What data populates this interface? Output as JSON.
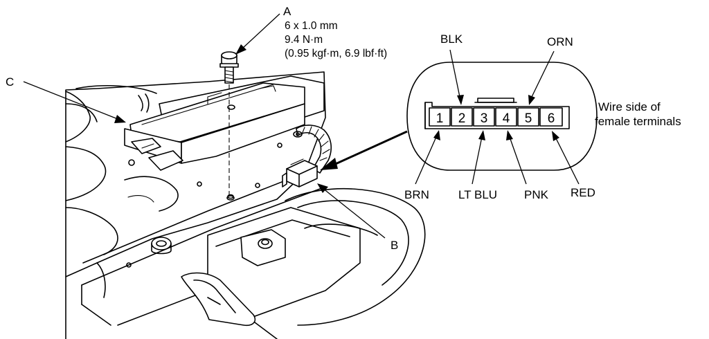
{
  "callouts": {
    "a": "A",
    "b": "B",
    "c": "C"
  },
  "bolt_spec": {
    "size": "6 x 1.0 mm",
    "torque_nm": "9.4 N·m",
    "torque_alt": "(0.95 kgf·m, 6.9 lbf·ft)"
  },
  "connector": {
    "view_note_line1": "Wire side of",
    "view_note_line2": "female terminals",
    "pins": [
      "1",
      "2",
      "3",
      "4",
      "5",
      "6"
    ],
    "wire_colors": {
      "pin1": "BRN",
      "pin2": "BLK",
      "pin3": "LT BLU",
      "pin4": "PNK",
      "pin5": "ORN",
      "pin6": "RED"
    }
  }
}
